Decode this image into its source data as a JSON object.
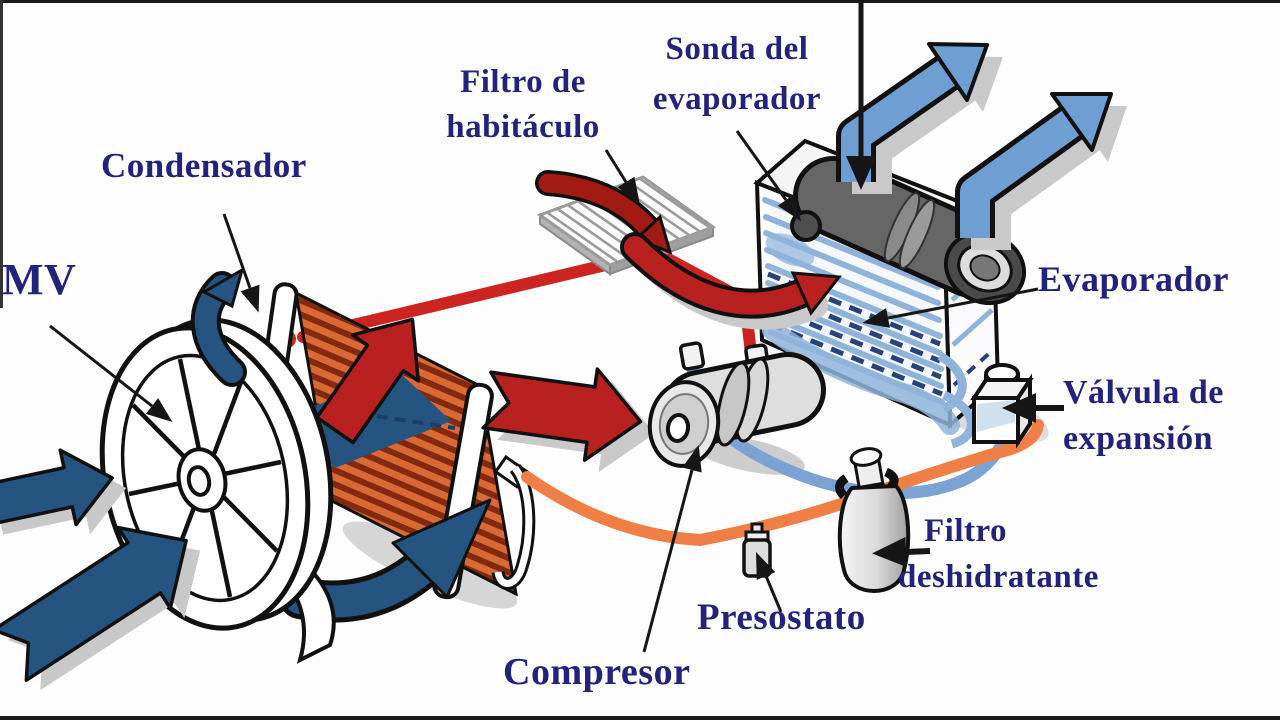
{
  "figure": {
    "type": "diagram",
    "subject": "Automotive air conditioning system schematic",
    "labels": {
      "mv": "MV",
      "condensador": "Condensador",
      "filtro_habitaculo": [
        "Filtro de",
        "habitáculo"
      ],
      "sonda_evaporador": [
        "Sonda del",
        "evaporador"
      ],
      "evaporador": "Evaporador",
      "valvula_expansion": [
        "Válvula de",
        "expansión"
      ],
      "filtro_deshidratante": [
        "Filtro",
        "deshidratante"
      ],
      "presostato": "Presostato",
      "compresor": "Compresor"
    },
    "components": [
      "fan-mv",
      "condenser",
      "cabin-air-filter",
      "evaporator",
      "evaporator-probe",
      "blower-duct",
      "expansion-valve",
      "receiver-drier",
      "pressure-switch",
      "compressor",
      "high-pressure-pipe-red",
      "liquid-pipe-orange",
      "suction-pipe-blue",
      "hot-air-arrows-red",
      "intake-air-arrows-dark-blue",
      "cold-air-arrows-light-blue"
    ],
    "colors": {
      "label_text": "#23237d",
      "outline": "#111111",
      "background": "#fdfdfd",
      "red_air_arrow": "#b92020",
      "dark_blue_air_arrow": "#265480",
      "light_blue_air_arrow": "#6f9fd2",
      "pipe_high_pressure_red": "#cc2420",
      "pipe_liquid_orange": "#ef7f45",
      "pipe_suction_blue": "#7aa3d4",
      "condenser_orange": "#d96a36",
      "condenser_hatch": "#82290f",
      "evaporator_coil_blue": "#8fb3da",
      "evaporator_fin_dash_blue": "#27427e",
      "shadow_grey": "#c9c9c9"
    }
  }
}
